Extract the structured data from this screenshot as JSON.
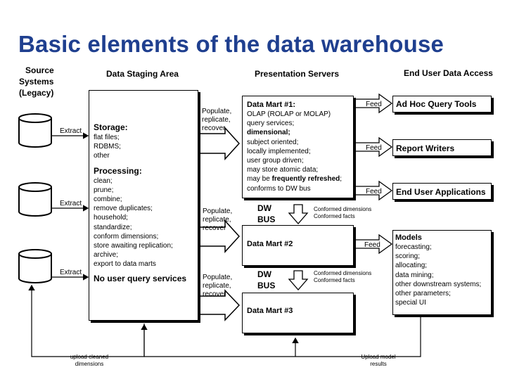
{
  "title": "Basic elements of the data warehouse",
  "headers": {
    "source": [
      "Source",
      "Systems",
      "(Legacy)"
    ],
    "staging": "Data Staging Area",
    "presentation": "Presentation Servers",
    "end_user": "End User Data Access"
  },
  "extract_label": "Extract",
  "staging": {
    "storage_title": "Storage:",
    "storage_items": [
      "flat files;",
      "RDBMS;",
      "other"
    ],
    "processing_title": "Processing:",
    "processing_items": [
      "clean;",
      "prune;",
      "combine;",
      "remove duplicates;",
      "household;",
      "standardize;",
      "conform dimensions;",
      "store awaiting replication;",
      "archive;",
      "export to data marts"
    ],
    "footer": "No user query services"
  },
  "populate_label": [
    "Populate,",
    "replicate,",
    "recover"
  ],
  "mart1": {
    "title": "Data Mart #1:",
    "lines": [
      "OLAP (ROLAP or MOLAP)",
      "query services;",
      "dimensional;",
      "subject oriented;",
      "locally implemented;",
      "user group driven;",
      "may store atomic data;",
      "may be frequently refreshed;",
      "conforms to DW bus"
    ]
  },
  "mart2_title": "Data Mart #2",
  "mart3_title": "Data Mart #3",
  "bus_label": [
    "DW",
    "BUS"
  ],
  "conformed": [
    "Conformed dimensions",
    "Conformed facts"
  ],
  "feed_label": "Feed",
  "end_user": {
    "adhoc": "Ad Hoc Query Tools",
    "report": "Report Writers",
    "apps": "End User Applications",
    "models_title": "Models",
    "models_items": [
      "forecasting;",
      "scoring;",
      "allocating;",
      "data mining;",
      "other downstream systems;",
      "other parameters;",
      "special UI"
    ]
  },
  "upload_cleaned": [
    "upload cleaned",
    "dimensions"
  ],
  "upload_model": [
    "Upload model",
    "results"
  ]
}
